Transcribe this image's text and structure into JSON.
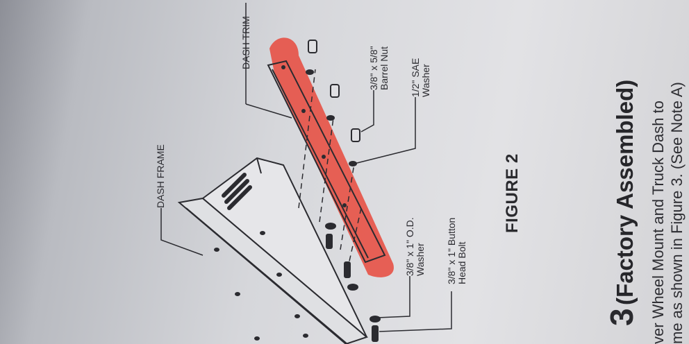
{
  "labels": {
    "dash_trim": "DASH TRIM",
    "dash_frame": "DASH FRAME",
    "barrel_nut": [
      "3/8\" x 5/8\"",
      "Barrel Nut"
    ],
    "sae_washer": [
      "1/2\" SAE",
      "Washer"
    ],
    "od_washer": [
      "3/8\" x 1\" O.D.",
      "Washer"
    ],
    "button_bolt": [
      "3/8\" x 1\" Button",
      "Head Bolt"
    ]
  },
  "figure_caption": "FIGURE 2",
  "step": {
    "number": "3",
    "title": "(Factory Assembled)",
    "lines": [
      "ver Wheel Mount and Truck Dash to",
      "me as shown in Figure 3. (See Note A)"
    ]
  },
  "colors": {
    "highlight": "#e8493c",
    "ink": "#2b2b30"
  }
}
